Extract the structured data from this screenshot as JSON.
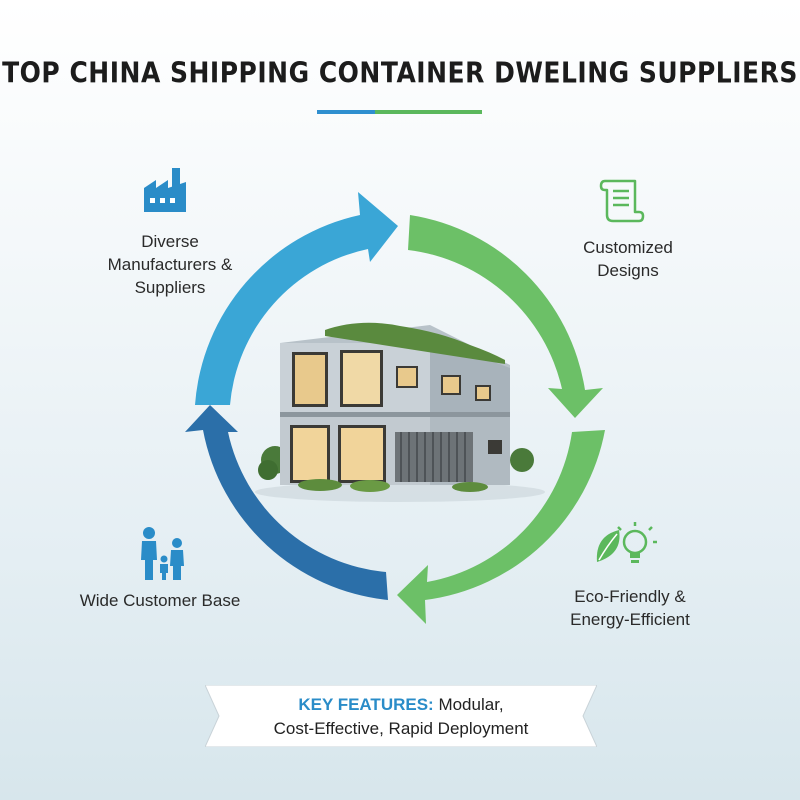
{
  "title": "TOP CHINA SHIPPING CONTAINER DWELING SUPPLIERS",
  "colors": {
    "blue_light": "#3aa6d6",
    "blue_dark": "#2b6fa9",
    "green": "#6cc067",
    "green_light": "#7dcc6a",
    "accent_blue": "#2a8cc8"
  },
  "features": [
    {
      "icon": "factory-icon",
      "lines": [
        "Diverse",
        "Manufacturers &",
        "Suppliers"
      ]
    },
    {
      "icon": "document-scroll-icon",
      "lines": [
        "Customized",
        "Designs"
      ]
    },
    {
      "icon": "leaf-lightbulb-icon",
      "lines": [
        "Eco-Friendly &",
        "Energy-Efficient"
      ]
    },
    {
      "icon": "family-icon",
      "lines": [
        "Wide Customer Base"
      ]
    }
  ],
  "banner": {
    "key_label": "KEY FEATURES:",
    "line1_rest": " Modular,",
    "line2": "Cost-Effective, Rapid Deployment"
  }
}
